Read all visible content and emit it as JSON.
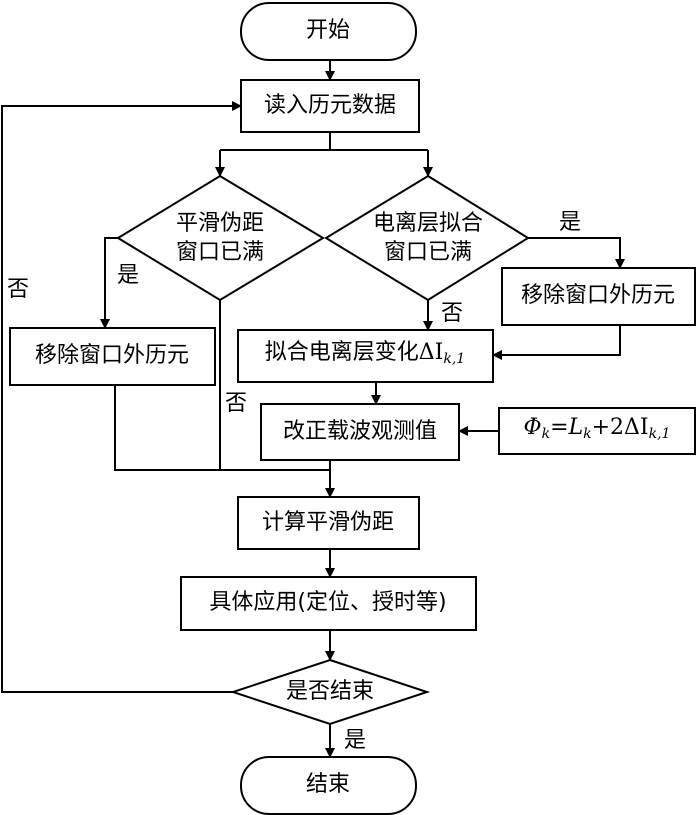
{
  "nodes": {
    "start": "开始",
    "read": "读入历元数据",
    "smooth_full_line1": "平滑伪距",
    "smooth_full_line2": "窗口已满",
    "iono_full_line1": "电离层拟合",
    "iono_full_line2": "窗口已满",
    "remove_left": "移除窗口外历元",
    "remove_right": "移除窗口外历元",
    "fit_iono": "拟合电离层变化",
    "correct": "改正载波观测值",
    "compute": "计算平滑伪距",
    "apply": "具体应用(定位、授时等)",
    "end_q": "是否结束",
    "end": "结束"
  },
  "formula": {
    "phi": "Φ",
    "k": "k",
    "eq": "=",
    "L": "L",
    "plus": "+2",
    "delta": "ΔI",
    "sub": "k,1"
  },
  "fit_iono_symbol": {
    "delta": "ΔI",
    "sub": "k,1"
  },
  "labels": {
    "yes": "是",
    "no": "否"
  }
}
